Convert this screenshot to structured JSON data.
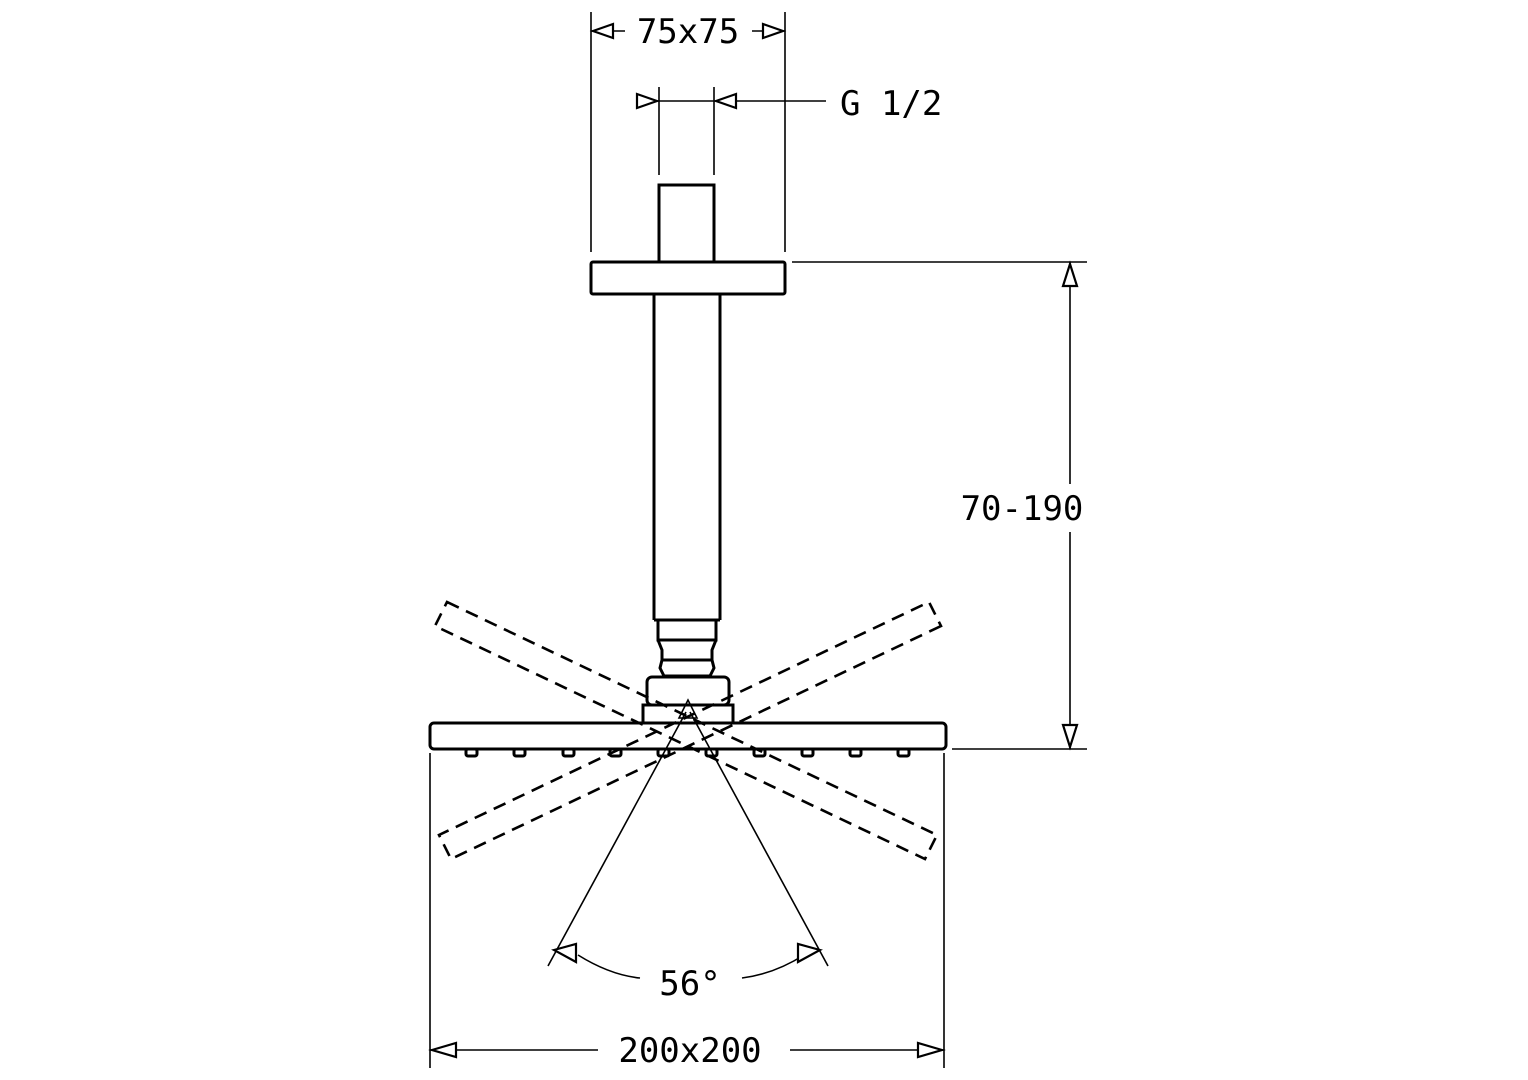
{
  "dimensions": {
    "flange": "75x75",
    "thread": "G 1/2",
    "height": "70-190",
    "angle": "56°",
    "head": "200x200"
  }
}
